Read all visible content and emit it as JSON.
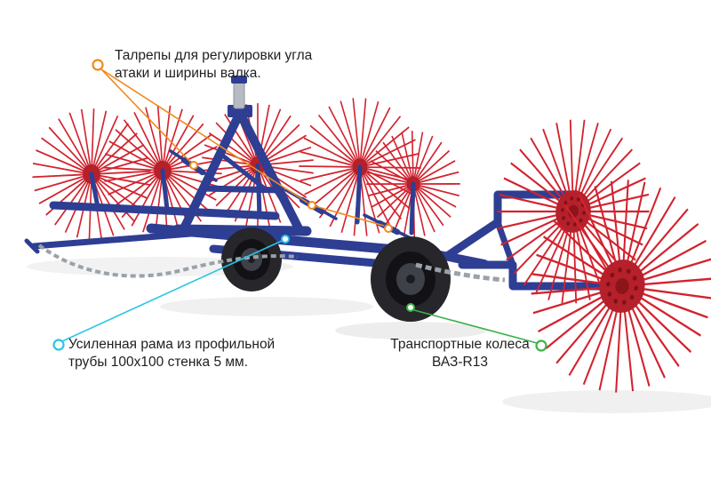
{
  "canvas": {
    "background": "#ffffff"
  },
  "callouts": {
    "turnbuckles": {
      "lines": [
        "Талрепы для регулировки угла",
        "атаки и ширины валка."
      ],
      "color": "#f08a1d"
    },
    "frame": {
      "lines": [
        "Усиленная рама из профильной",
        "трубы 100х100 стенка 5 мм."
      ],
      "color": "#29c5e6"
    },
    "transport_wheels": {
      "lines": [
        "Транспортные колеса",
        "ВАЗ-R13"
      ],
      "color": "#3cb24a"
    }
  },
  "machine": {
    "frame_color": "#2e3e93",
    "rake_wheel_color": "#d2232e",
    "hub_color": "#b5202a",
    "tire_color": "#26262b",
    "cylinder_color": "#b7bcc4",
    "chain_color": "#9aa1a9"
  }
}
